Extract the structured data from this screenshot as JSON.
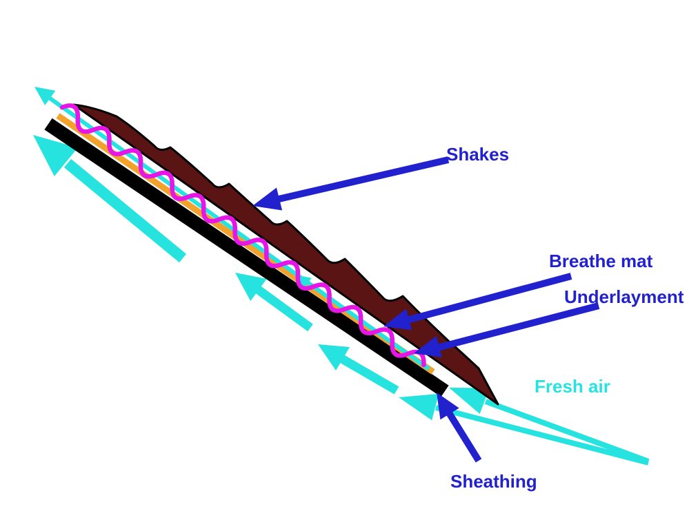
{
  "diagram": {
    "kind": "roof-shake-ventilation-cross-section",
    "labels": {
      "shakes": "Shakes",
      "breathe_mat": "Breathe mat",
      "underlayment": "Underlayment",
      "fresh_air": "Fresh air",
      "sheathing": "Sheathing"
    },
    "colors": {
      "label_blue": "#2121CE",
      "air_cyan": "#27E3E0",
      "shakes_fill": "#5B1414",
      "shakes_outline": "#000000",
      "underlayment_orange": "#F2A22B",
      "sheathing_black": "#000000",
      "breathe_mat_magenta": "#E616E6",
      "background": "#FFFFFF"
    },
    "layers": [
      {
        "name": "Shakes",
        "color": "#5B1414"
      },
      {
        "name": "Breathe mat",
        "color": "#E616E6"
      },
      {
        "name": "Underlayment",
        "color": "#F2A22B"
      },
      {
        "name": "Sheathing",
        "color": "#000000"
      }
    ],
    "airflow": {
      "label": "Fresh air",
      "color": "#27E3E0"
    }
  }
}
